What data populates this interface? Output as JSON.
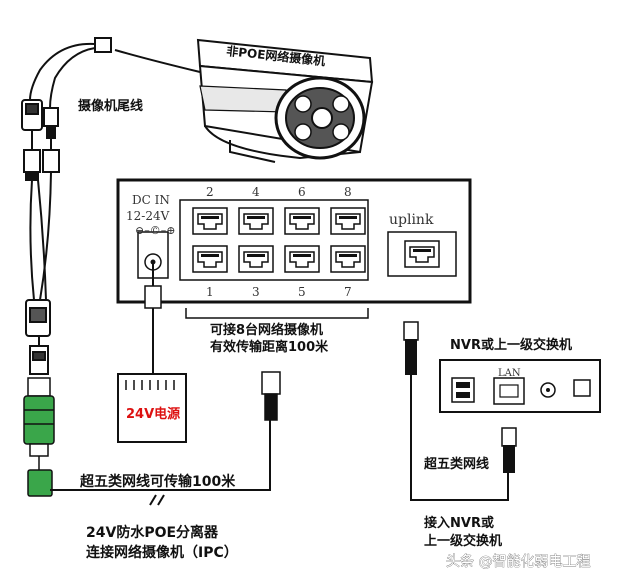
{
  "camera": {
    "label": "非POE网络摄像机",
    "tail_cable_label": "摄像机尾线"
  },
  "switch": {
    "dc_in": "DC IN",
    "voltage": "12-24V",
    "port_numbers_top": [
      "2",
      "4",
      "6",
      "8"
    ],
    "port_numbers_bottom": [
      "1",
      "3",
      "5",
      "7"
    ],
    "uplink_label": "uplink",
    "caption_line1": "可接8台网络摄像机",
    "caption_line2": "有效传输距离100米"
  },
  "power_supply": {
    "label": "24V电源"
  },
  "poe_splitter": {
    "caption_line1": "24V防水POE分离器",
    "caption_line2": "连接网络摄像机（IPC）"
  },
  "cable": {
    "cat5e_label": "超五类网线可传输100米"
  },
  "nvr": {
    "title": "NVR或上一级交换机",
    "lan_label": "LAN",
    "cable_label": "超五类网线",
    "connect_line1": "接入NVR或",
    "connect_line2": "上一级交换机"
  },
  "watermark": "头条 @智能化弱电工程",
  "colors": {
    "ink": "#111111",
    "power_text": "#dd1111",
    "connector_green": "#3aa64a"
  }
}
